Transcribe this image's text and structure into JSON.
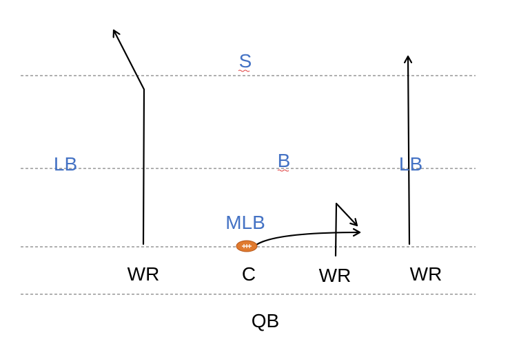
{
  "players": {
    "offense": {
      "wr_left": "WR",
      "center": "C",
      "wr_slot": "WR",
      "wr_right": "WR",
      "qb": "QB"
    },
    "defense": {
      "safety": "S",
      "lb_left": "LB",
      "back": "B",
      "lb_right": "LB",
      "mlb": "MLB"
    }
  },
  "colors": {
    "offense": "#000000",
    "defense": "#4472C4",
    "yard_line": "#808080",
    "football": "#E07A2E",
    "route": "#000000"
  },
  "icons": {
    "ball": "football-icon"
  }
}
